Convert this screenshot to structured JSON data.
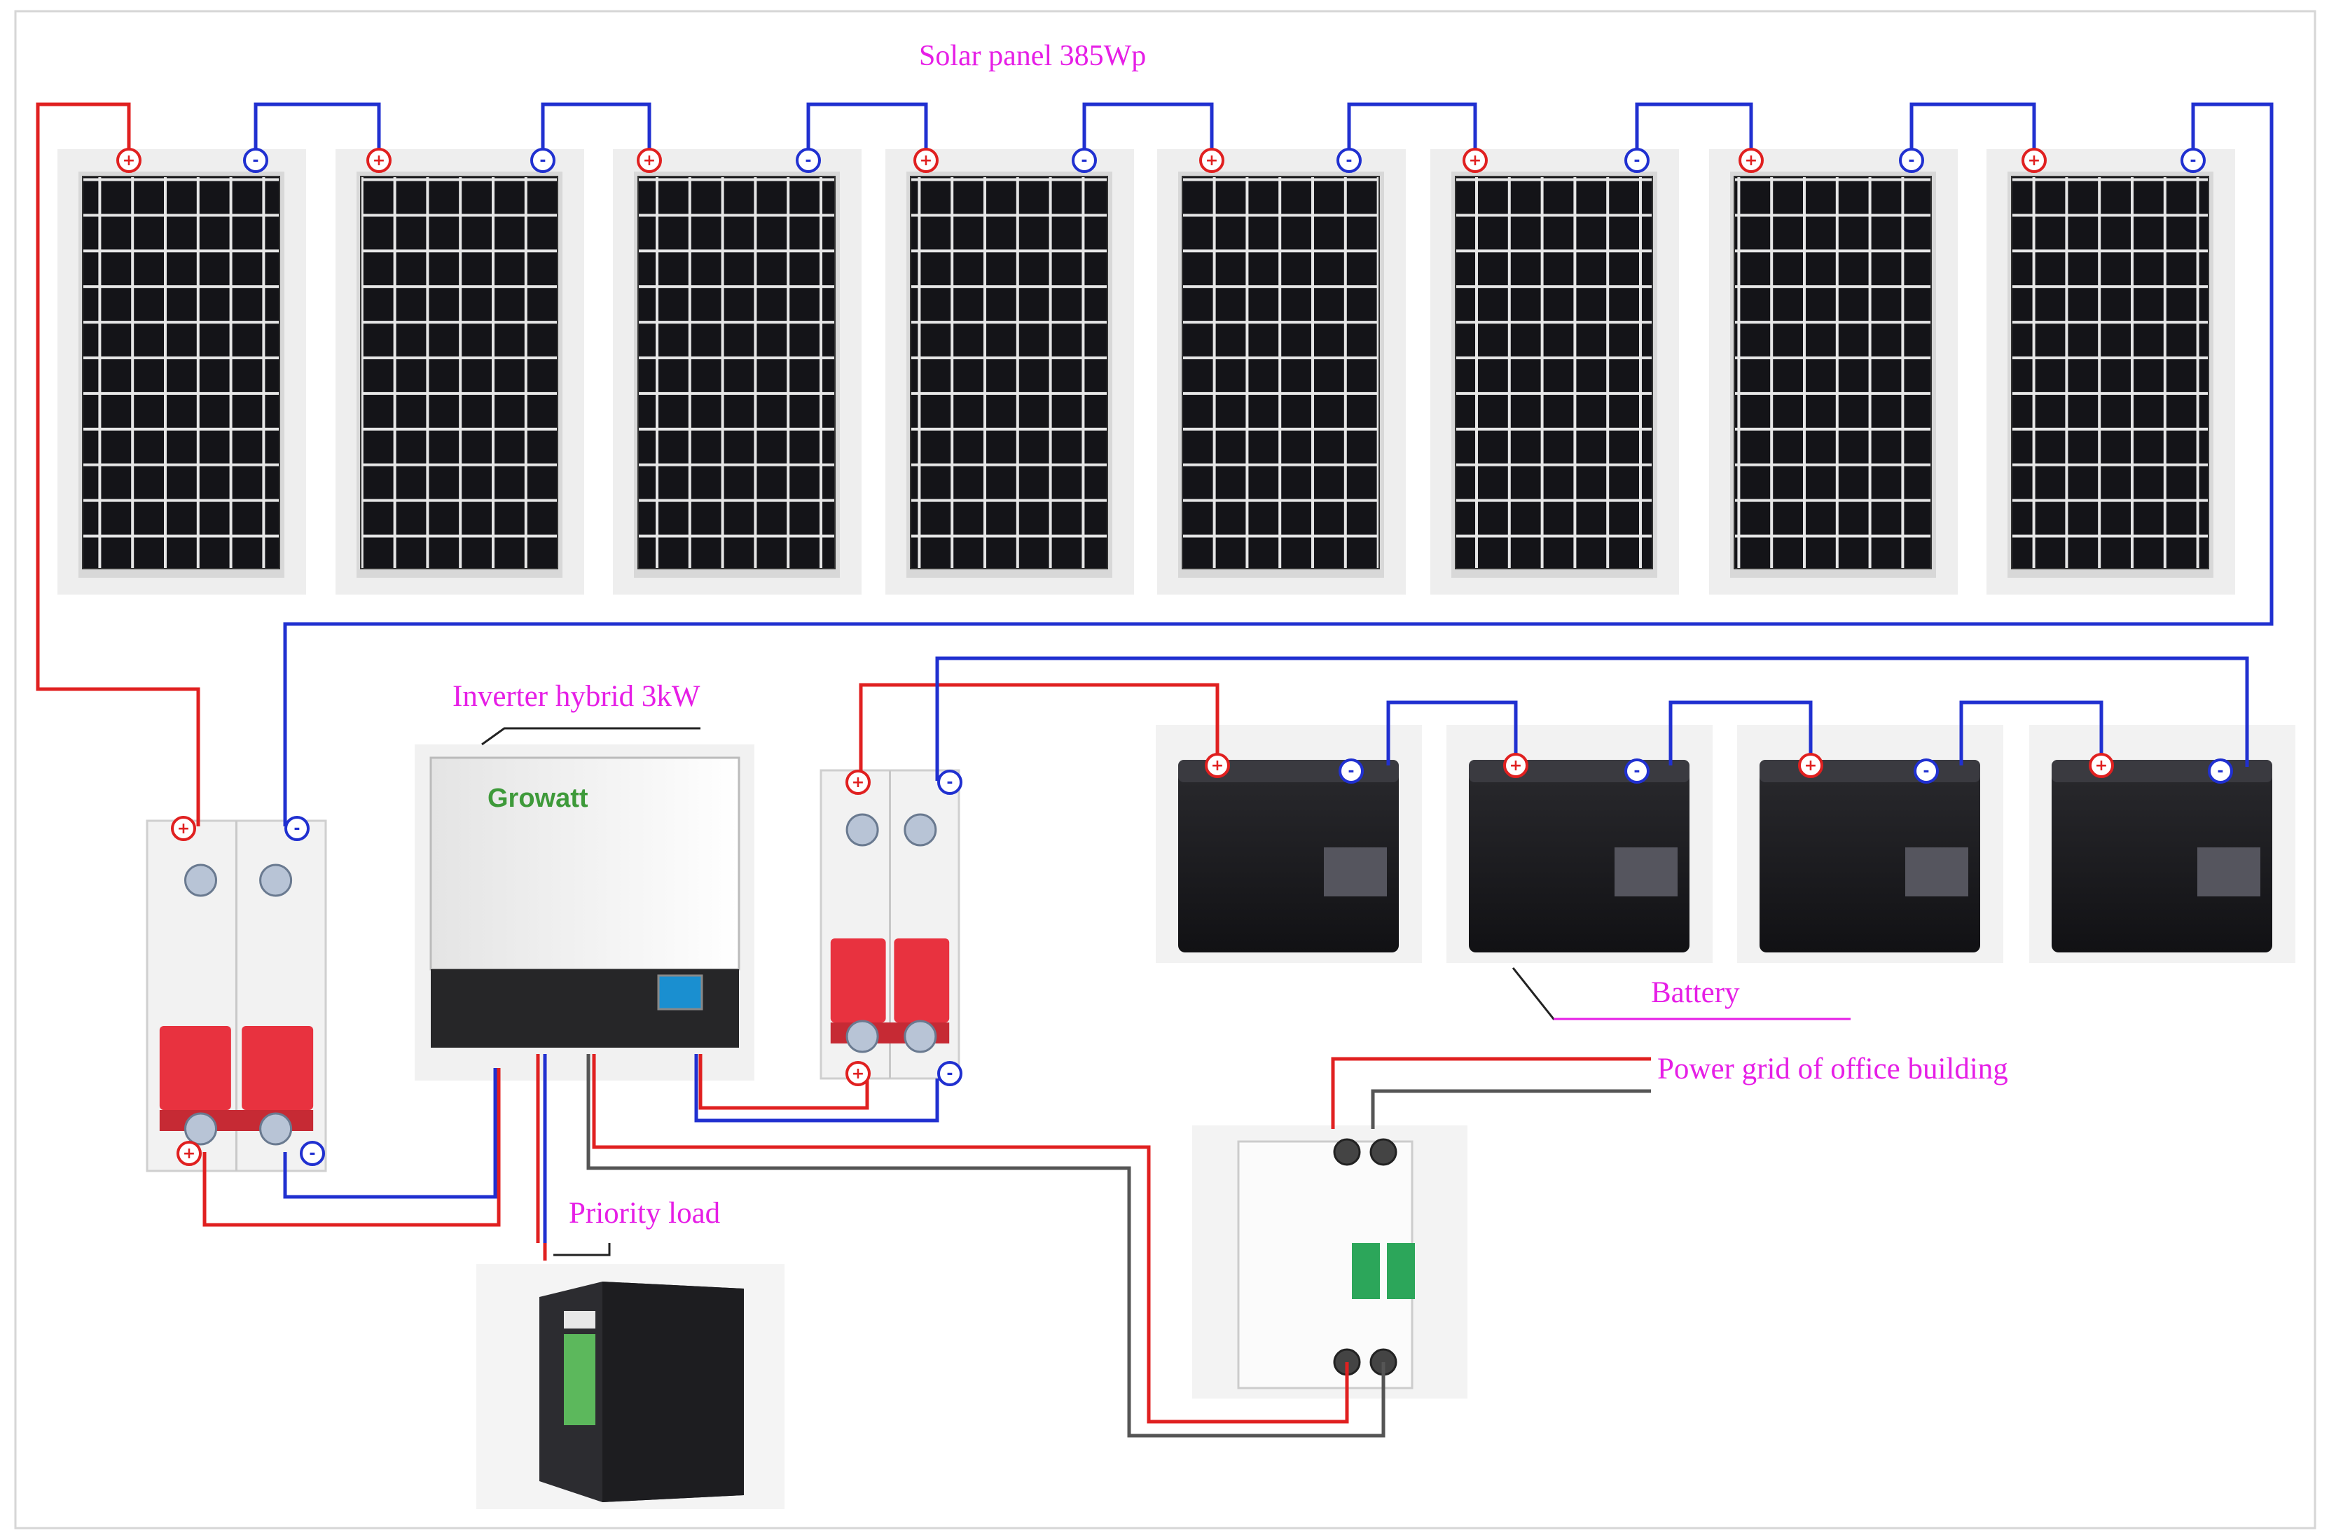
{
  "labels": {
    "solar_panel": "Solar panel 385Wp",
    "inverter": "Inverter hybrid 3kW",
    "battery": "Battery",
    "grid": "Power grid of office building",
    "load": "Priority load"
  },
  "inverter_brand": "Growatt",
  "counts": {
    "solar_panels": 8,
    "batteries": 4
  },
  "terminal_symbols": {
    "positive": "+",
    "negative": "-"
  },
  "colors": {
    "positive_wire": "#e02020",
    "negative_wire": "#2030d0",
    "neutral_wire": "#555555",
    "label": "#e61ee6",
    "breaker_handle": "#e8323f"
  },
  "icons": [
    "solar-panel-icon",
    "dc-breaker-icon",
    "hybrid-inverter-icon",
    "battery-icon",
    "ac-breaker-icon",
    "computer-tower-icon"
  ]
}
